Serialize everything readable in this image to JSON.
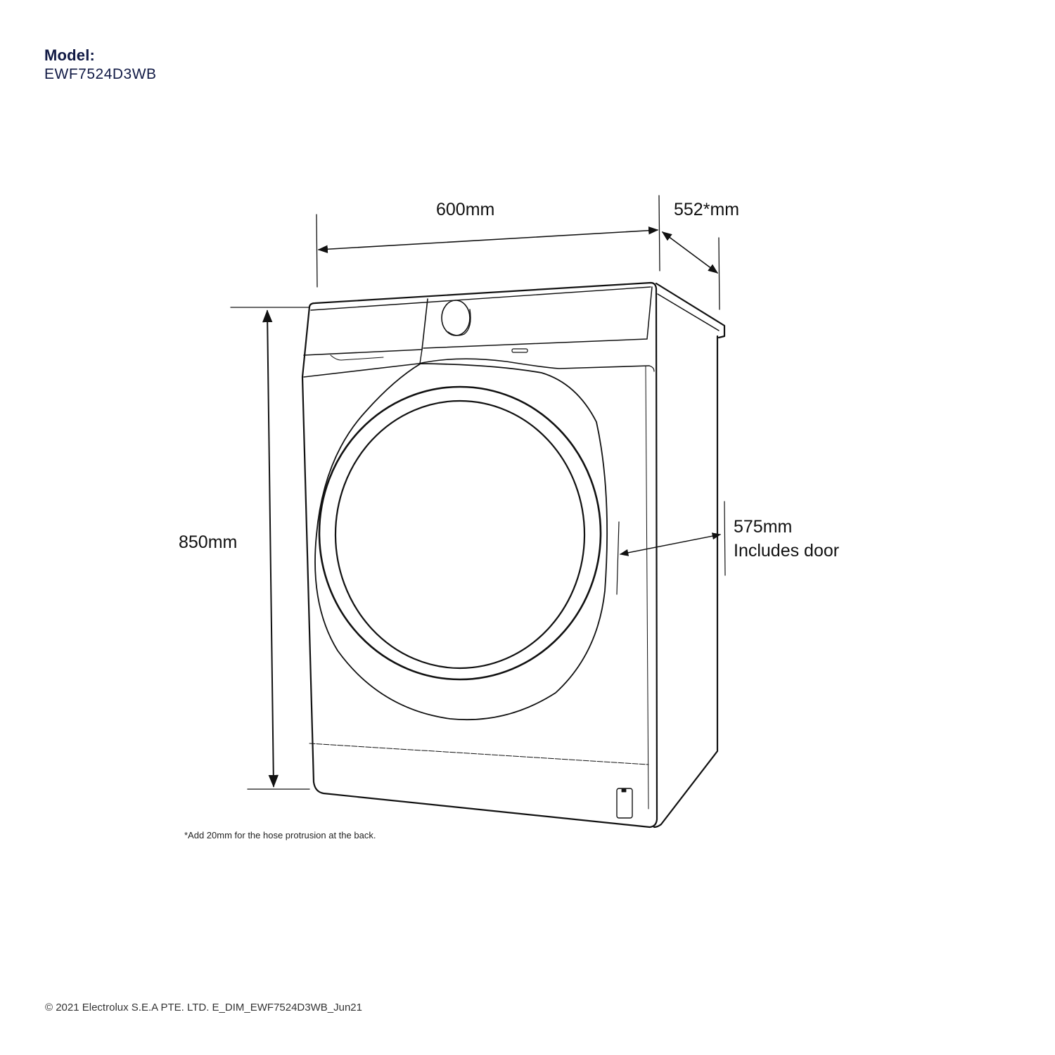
{
  "header": {
    "model_label": "Model:",
    "model_value": "EWF7524D3WB"
  },
  "dimensions": {
    "width": "600mm",
    "depth": "552*mm",
    "height": "850mm",
    "depth_with_door": "575mm",
    "depth_with_door_note": "Includes door"
  },
  "footnote": "*Add 20mm for the hose protrusion at the back.",
  "footer": {
    "copyright": "© 2021 Electrolux S.E.A PTE. LTD.  E_DIM_EWF7524D3WB_Jun21"
  },
  "colors": {
    "model_text": "#111a45",
    "line": "#111111"
  }
}
